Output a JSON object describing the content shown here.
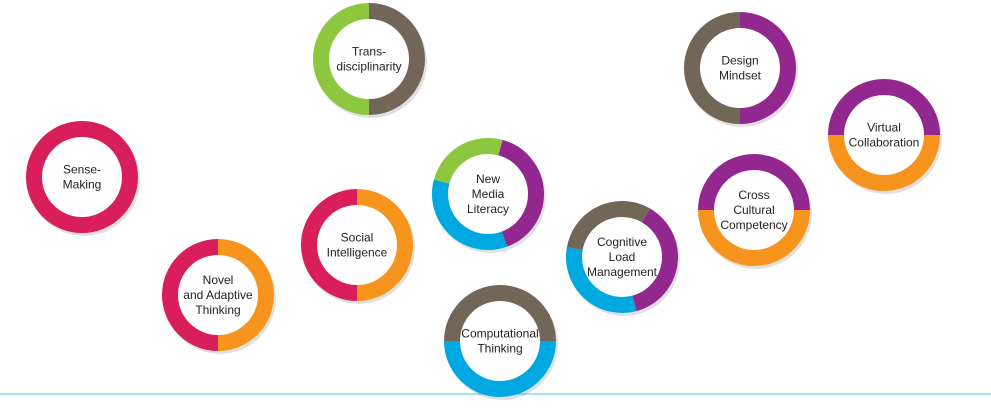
{
  "colors": {
    "pink": "#d81e5b",
    "orange": "#f7941d",
    "green": "#8dc63f",
    "taupe": "#726658",
    "purple": "#92278f",
    "blue": "#00a8e1",
    "baseline": "#8ed8f0"
  },
  "skills": [
    {
      "id": "sense-making",
      "lines": [
        "Sense-",
        "Making"
      ],
      "segments": [
        [
          "pink",
          0,
          360
        ]
      ]
    },
    {
      "id": "novel-and-adaptive-thinking",
      "lines": [
        "Novel",
        "and Adaptive",
        "Thinking"
      ],
      "segments": [
        [
          "orange",
          0,
          180
        ],
        [
          "pink",
          180,
          360
        ]
      ]
    },
    {
      "id": "transdisciplinarity",
      "lines": [
        "Trans-",
        "disciplinarity"
      ],
      "segments": [
        [
          "taupe",
          0,
          180
        ],
        [
          "green",
          180,
          360
        ]
      ]
    },
    {
      "id": "social-intelligence",
      "lines": [
        "Social",
        "Intelligence"
      ],
      "segments": [
        [
          "orange",
          0,
          180
        ],
        [
          "pink",
          180,
          360
        ]
      ]
    },
    {
      "id": "new-media-literacy",
      "lines": [
        "New",
        "Media",
        "Literacy"
      ],
      "segments": [
        [
          "purple",
          15,
          160
        ],
        [
          "blue",
          160,
          285
        ],
        [
          "green",
          285,
          375
        ]
      ]
    },
    {
      "id": "computational-thinking",
      "lines": [
        "Computational",
        "Thinking"
      ],
      "segments": [
        [
          "blue",
          90,
          270
        ],
        [
          "taupe",
          270,
          450
        ]
      ]
    },
    {
      "id": "cognitive-load-management",
      "lines": [
        "Cognitive",
        "Load",
        "Management"
      ],
      "segments": [
        [
          "purple",
          30,
          165
        ],
        [
          "blue",
          165,
          280
        ],
        [
          "taupe",
          280,
          390
        ]
      ]
    },
    {
      "id": "design-mindset",
      "lines": [
        "Design",
        "Mindset"
      ],
      "segments": [
        [
          "purple",
          0,
          180
        ],
        [
          "taupe",
          180,
          360
        ]
      ]
    },
    {
      "id": "cross-cultural-competency",
      "lines": [
        "Cross",
        "Cultural",
        "Competency"
      ],
      "segments": [
        [
          "orange",
          90,
          270
        ],
        [
          "purple",
          270,
          450
        ]
      ]
    },
    {
      "id": "virtual-collaboration",
      "lines": [
        "Virtual",
        "Collaboration"
      ],
      "segments": [
        [
          "orange",
          90,
          270
        ],
        [
          "purple",
          270,
          450
        ]
      ]
    }
  ]
}
